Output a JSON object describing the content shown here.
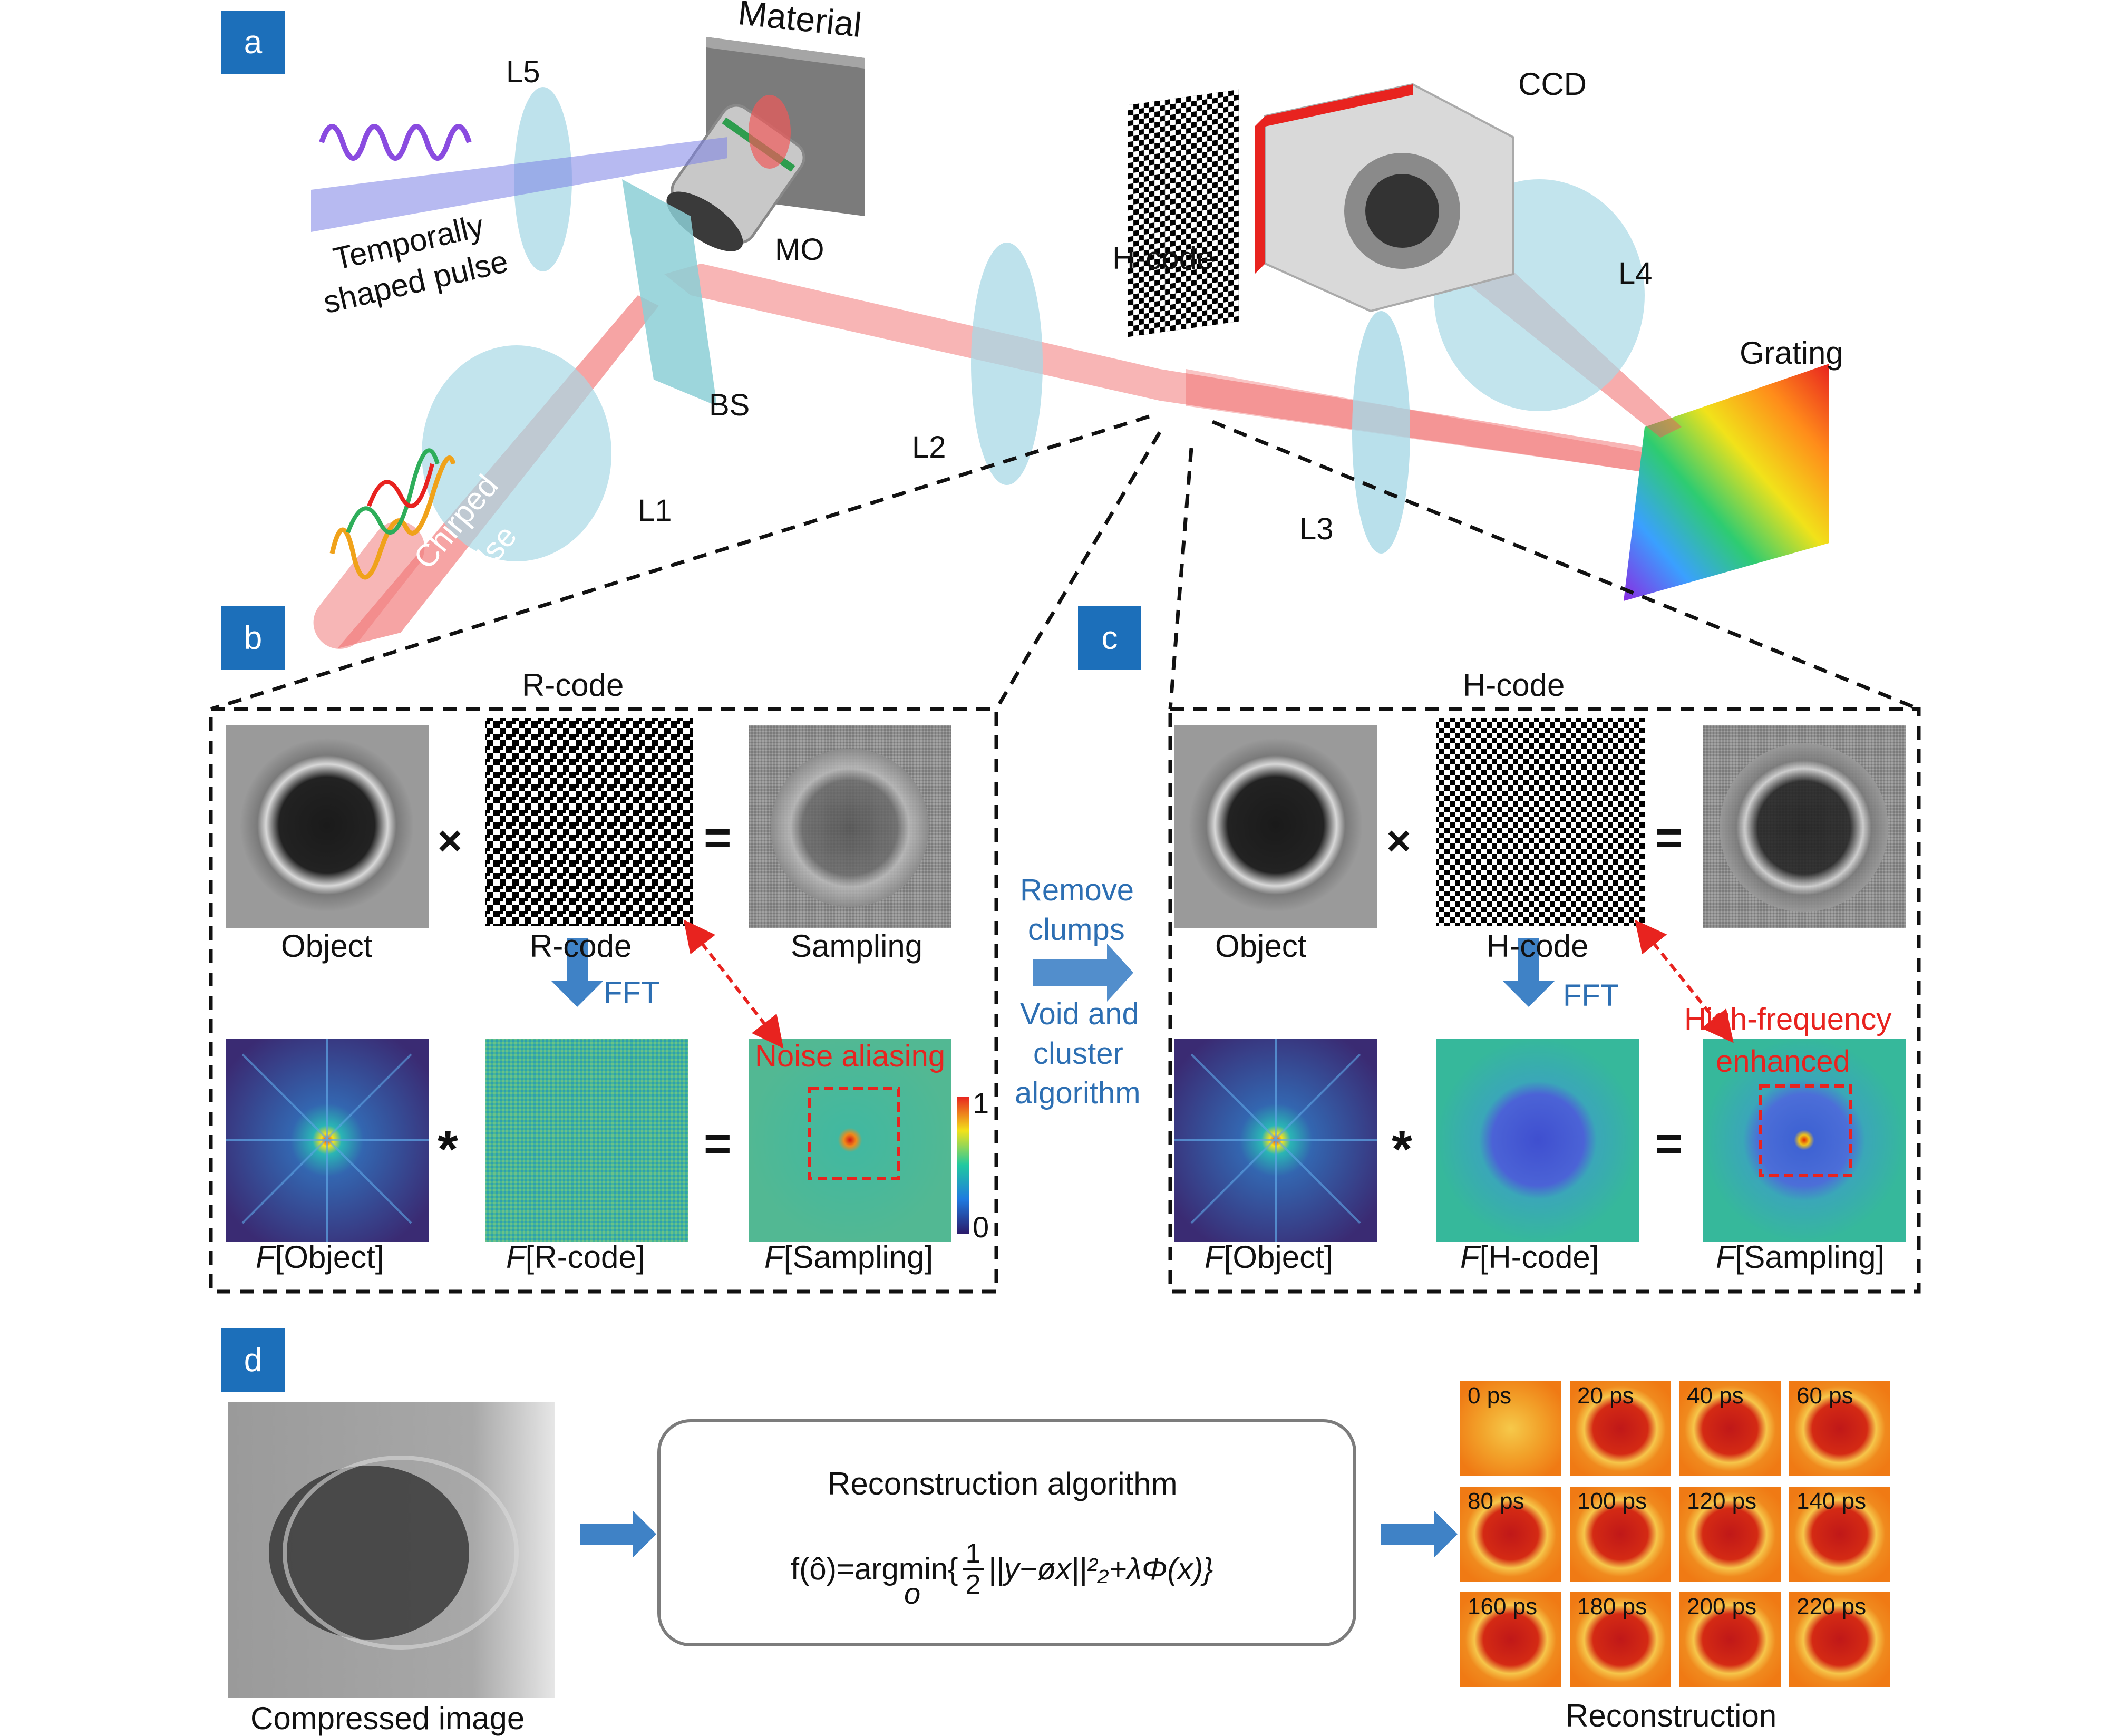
{
  "panels": {
    "a": {
      "badge": "a",
      "labels": {
        "material": "Material",
        "l5": "L5",
        "temporally": "Temporally",
        "shaped_pulse": "shaped pulse",
        "mo": "MO",
        "bs": "BS",
        "l1": "L1",
        "chirped": "Chirped",
        "pulse": "pulse",
        "l2": "L2",
        "hcode": "H-code",
        "ccd": "CCD",
        "l4": "L4",
        "grating": "Grating",
        "l3": "L3"
      }
    },
    "b": {
      "badge": "b",
      "title": "R-code",
      "object": "Object",
      "rcode": "R-code",
      "sampling": "Sampling",
      "fft": "FFT",
      "times": "×",
      "equals": "=",
      "conv": "*",
      "noise": "Noise aliasing",
      "colorbar_max": "1",
      "colorbar_min": "0",
      "f_object_F": "F",
      "f_object": "[Object]",
      "f_rcode_F": "F",
      "f_rcode": "[R-code]",
      "f_sampling_F": "F",
      "f_sampling": "[Sampling]"
    },
    "middle": {
      "remove": "Remove",
      "clumps": "clumps",
      "void": "Void and",
      "cluster": "cluster",
      "algorithm": "algorithm"
    },
    "c": {
      "badge": "c",
      "title": "H-code",
      "object": "Object",
      "hcode": "H-code",
      "fft": "FFT",
      "times": "×",
      "equals": "=",
      "conv": "*",
      "high1": "High-frequency",
      "high2": "enhanced",
      "f_object_F": "F",
      "f_object": "[Object]",
      "f_hcode_F": "F",
      "f_hcode": "[H-code]",
      "f_sampling_F": "F",
      "f_sampling": "[Sampling]"
    },
    "d": {
      "badge": "d",
      "compressed": "Compressed image",
      "algo_title": "Reconstruction algorithm",
      "formula_lhs": "f(ô)=argmin{",
      "formula_num": "1",
      "formula_den": "2",
      "formula_rest": "||y−øx||²₂+λΦ(x)}",
      "formula_sub": "o",
      "reconstruction": "Reconstruction",
      "frames": [
        "0 ps",
        "20 ps",
        "40 ps",
        "60 ps",
        "80 ps",
        "100 ps",
        "120 ps",
        "140 ps",
        "160 ps",
        "180 ps",
        "200 ps",
        "220 ps"
      ]
    }
  },
  "colors": {
    "badge": "#1c6fba",
    "arrow_blue": "#3f82c6",
    "red": "#e8231f",
    "beam_red": "#ef5a5a",
    "lens": "#a8d8e6",
    "fft_bg": "#35b89a",
    "fft_dark": "#3b2b7a",
    "recon_orange": "#f28a1e"
  }
}
